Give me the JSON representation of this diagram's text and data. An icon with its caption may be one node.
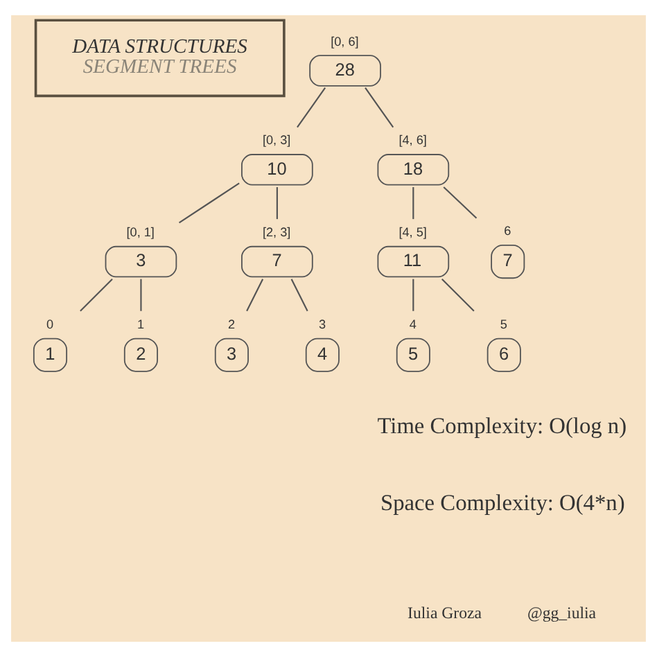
{
  "diagram": {
    "nodes": [
      {
        "text": [
          "DATA STRUCTURES",
          "SEGMENT TREES"
        ]
      },
      {
        "text": [
          "28"
        ],
        "beside": [
          "[0, 6]"
        ]
      },
      {
        "text": [
          "10"
        ],
        "beside": [
          "[0, 3]"
        ]
      },
      {
        "text": [
          "18"
        ],
        "beside": [
          "[4, 6]"
        ]
      },
      {
        "text": [
          "3"
        ],
        "beside": [
          "[0, 1]"
        ]
      },
      {
        "text": [
          "7"
        ],
        "beside": [
          "[2, 3]"
        ]
      },
      {
        "text": [
          "11"
        ],
        "beside": [
          "[4, 5]"
        ]
      },
      {
        "text": [
          "7"
        ],
        "beside": [
          "6"
        ]
      },
      {
        "text": [
          "1"
        ],
        "beside": [
          "0"
        ]
      },
      {
        "text": [
          "2"
        ],
        "beside": [
          "1"
        ]
      },
      {
        "text": [
          "3"
        ],
        "beside": [
          "2"
        ]
      },
      {
        "text": [
          "4"
        ],
        "beside": [
          "3"
        ]
      },
      {
        "text": [
          "5"
        ],
        "beside": [
          "4"
        ]
      },
      {
        "text": [
          "6"
        ],
        "beside": [
          "5"
        ]
      }
    ],
    "edges": [
      {
        "from": 1,
        "to": 2,
        "arrow": "none"
      },
      {
        "from": 1,
        "to": 3,
        "arrow": "none"
      },
      {
        "from": 2,
        "to": 4,
        "arrow": "none"
      },
      {
        "from": 2,
        "to": 5,
        "arrow": "none"
      },
      {
        "from": 3,
        "to": 6,
        "arrow": "none"
      },
      {
        "from": 3,
        "to": 7,
        "arrow": "none"
      },
      {
        "from": 4,
        "to": 8,
        "arrow": "none"
      },
      {
        "from": 4,
        "to": 9,
        "arrow": "none"
      },
      {
        "from": 5,
        "to": 10,
        "arrow": "none"
      },
      {
        "from": 5,
        "to": 11,
        "arrow": "none"
      },
      {
        "from": 6,
        "to": 12,
        "arrow": "none"
      },
      {
        "from": 6,
        "to": 13,
        "arrow": "none"
      }
    ],
    "labels": [
      "Time Complexity: O(log n)",
      "Space Complexity: O(4*n)",
      "Iulia Groza",
      "@gg_iulia"
    ]
  }
}
